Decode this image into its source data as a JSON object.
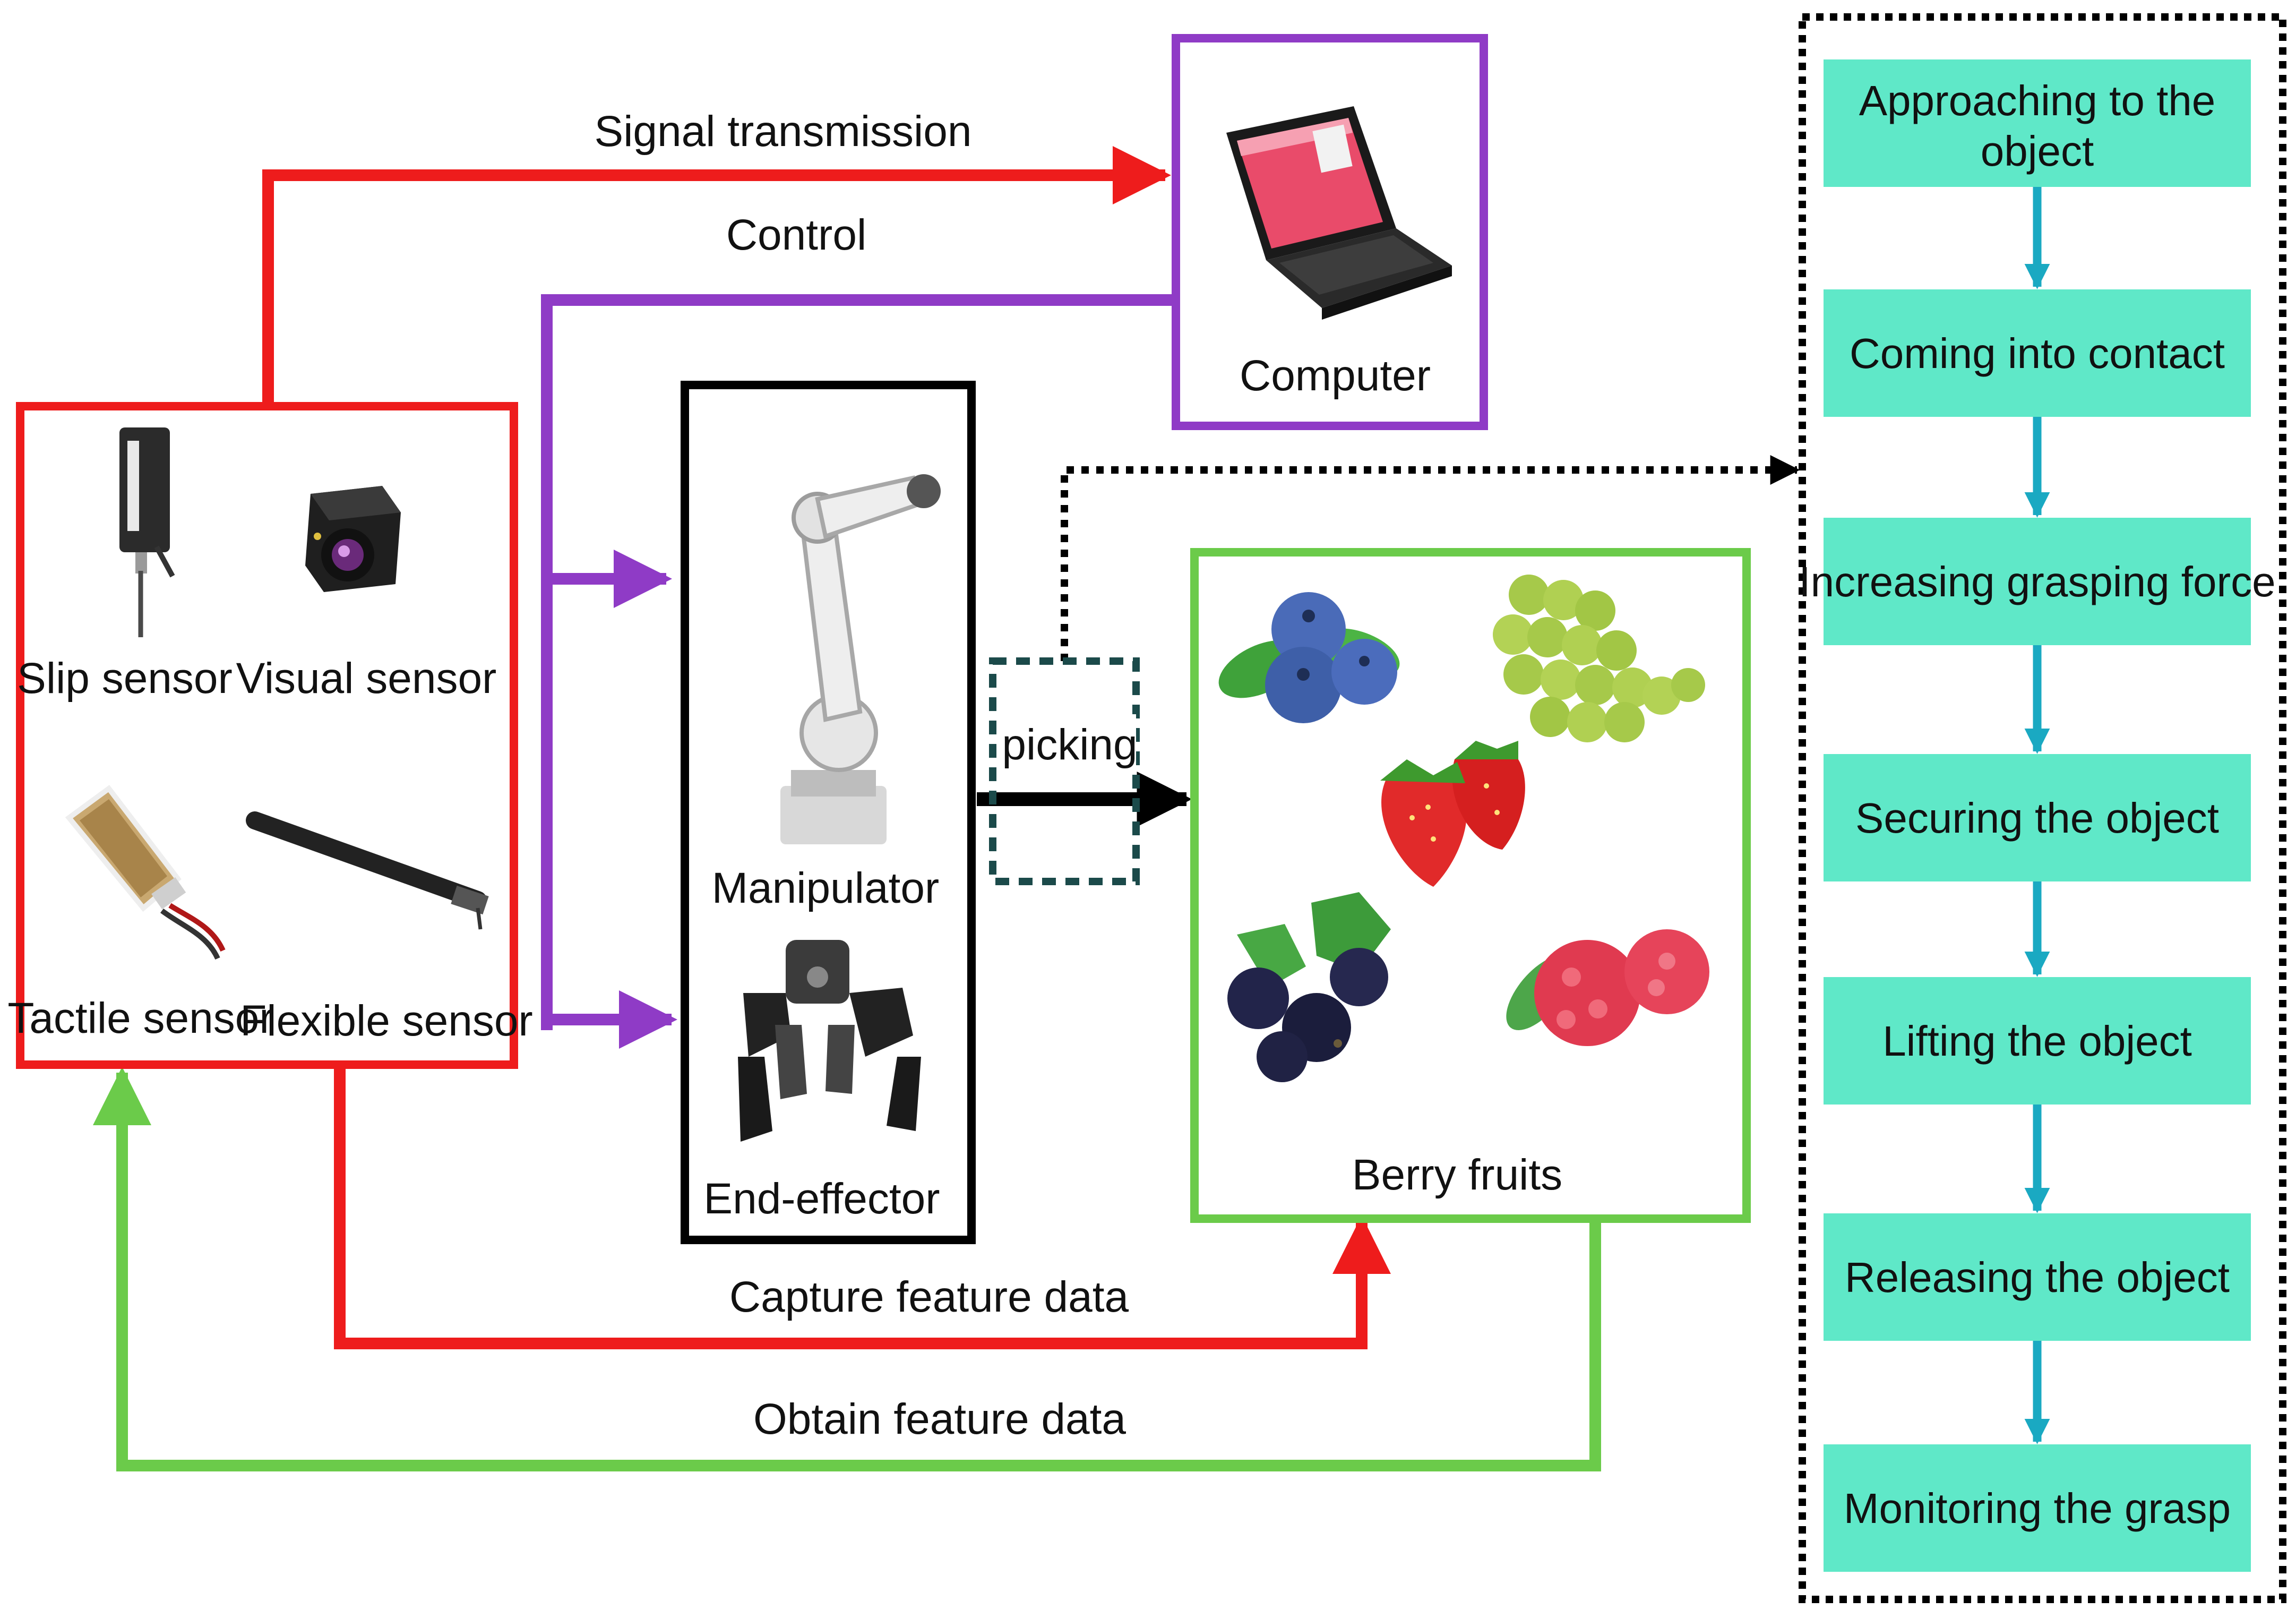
{
  "colors": {
    "red": "#ee1c1c",
    "purple": "#8f3bc6",
    "green": "#6bcb4a",
    "black": "#000000",
    "teal_step": "#5fe8c8",
    "teal_arrow": "#1aa9c2",
    "dark_teal_dotted": "#1b4a4a"
  },
  "arrows": {
    "signal_transmission": "Signal transmission",
    "control": "Control",
    "picking": "picking",
    "capture_feature_data": "Capture feature data",
    "obtain_feature_data": "Obtain feature data"
  },
  "sensors": {
    "slip": "Slip sensor",
    "visual": "Visual sensor",
    "tactile": "Tactile sensor",
    "flexible": "Flexible sensor"
  },
  "robot": {
    "manipulator": "Manipulator",
    "end_effector": "End-effector"
  },
  "computer": {
    "label": "Computer"
  },
  "fruits": {
    "label": "Berry fruits"
  },
  "steps": [
    {
      "line1": "Approaching to the",
      "line2": "object"
    },
    {
      "line1": "Coming into contact",
      "line2": ""
    },
    {
      "line1": "Increasing grasping force",
      "line2": ""
    },
    {
      "line1": "Securing the object",
      "line2": ""
    },
    {
      "line1": "Lifting the object",
      "line2": ""
    },
    {
      "line1": "Releasing the object",
      "line2": ""
    },
    {
      "line1": "Monitoring the grasp",
      "line2": ""
    }
  ]
}
